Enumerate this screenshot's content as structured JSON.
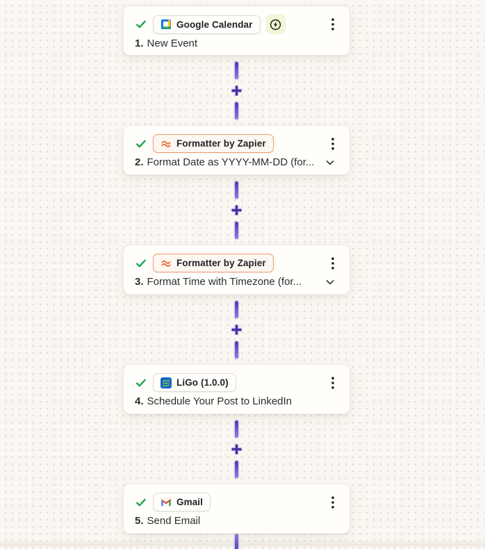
{
  "workflow": {
    "steps": [
      {
        "number": "1.",
        "title": "New Event",
        "app_label": "Google Calendar",
        "app_icon": "google-calendar-icon",
        "badge_style": "default",
        "instant": true,
        "chevron": false
      },
      {
        "number": "2.",
        "title": "Format Date as YYYY-MM-DD (for...",
        "app_label": "Formatter by Zapier",
        "app_icon": "formatter-icon",
        "badge_style": "formatter",
        "instant": false,
        "chevron": true
      },
      {
        "number": "3.",
        "title": "Format Time with Timezone (for...",
        "app_label": "Formatter by Zapier",
        "app_icon": "formatter-icon",
        "badge_style": "formatter",
        "instant": false,
        "chevron": true
      },
      {
        "number": "4.",
        "title": "Schedule Your Post to LinkedIn",
        "app_label": "LiGo (1.0.0)",
        "app_icon": "ligo-icon",
        "badge_style": "default",
        "instant": false,
        "chevron": false
      },
      {
        "number": "5.",
        "title": "Send Email",
        "app_label": "Gmail",
        "app_icon": "gmail-icon",
        "badge_style": "default",
        "instant": false,
        "chevron": false
      }
    ],
    "icons": {
      "status": "check-icon",
      "menu": "kebab-menu-icon",
      "expand": "chevron-down-icon",
      "add_step": "plus-icon",
      "instant_trigger": "instant-trigger-icon"
    },
    "colors": {
      "canvas_background": "#faf6f1",
      "canvas_dot": "#e0d9d1",
      "card_background": "#fffefb",
      "connector_purple": "#4c3abc",
      "plus_purple": "#44339e",
      "check_green": "#1fa34f",
      "formatter_orange": "#f0996c",
      "instant_badge_background": "#f3f7d9"
    }
  }
}
